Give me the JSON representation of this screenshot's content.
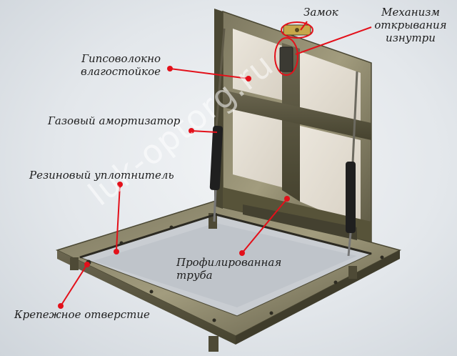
{
  "labels": {
    "zamok": "Замок",
    "mekhanizm": [
      "Механизм",
      "открывания",
      "изнутри"
    ],
    "gipsovolokno": [
      "Гипсоволокно",
      "влагостойкое"
    ],
    "amortizator": "Газовый амортизатор",
    "uplotnitel": "Резиновый уплотнитель",
    "truba": [
      "Профилированная",
      "труба"
    ],
    "otverstie": "Крепежное отверстие"
  },
  "watermark": "luk-optorg.ru",
  "colors": {
    "leader": "#e3101a",
    "frame_dark": "#5e5a44",
    "frame_light": "#8f8a6e",
    "board": "#e6e0d6"
  }
}
